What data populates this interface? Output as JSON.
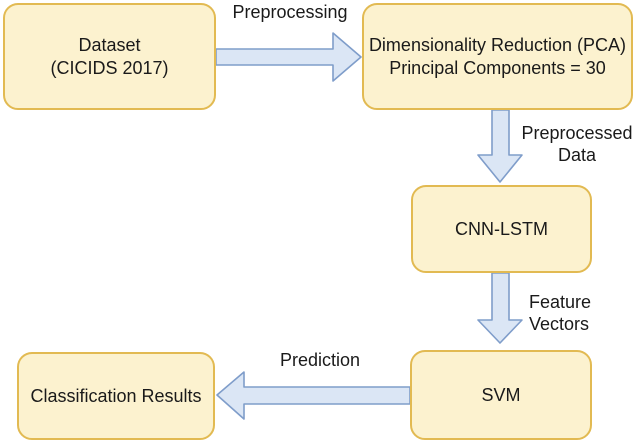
{
  "colors": {
    "background": "#ffffff",
    "node_fill": "#fcf2cf",
    "node_border": "#e2ba52",
    "arrow_fill": "#dbe6f5",
    "arrow_border": "#7f9dca",
    "text": "#1a1a1a"
  },
  "nodes": {
    "dataset": {
      "line1": "Dataset",
      "line2": "(CICIDS 2017)"
    },
    "pca": {
      "line1": "Dimensionality Reduction (PCA)",
      "line2": "Principal Components = 30"
    },
    "cnn_lstm": {
      "line1": "CNN-LSTM"
    },
    "svm": {
      "line1": "SVM"
    },
    "results": {
      "line1": "Classification Results"
    }
  },
  "edges": {
    "preprocessing": {
      "label": "Preprocessing"
    },
    "preprocessed_data": {
      "line1": "Preprocessed",
      "line2": "Data"
    },
    "feature_vectors": {
      "line1": "Feature",
      "line2": "Vectors"
    },
    "prediction": {
      "label": "Prediction"
    }
  }
}
